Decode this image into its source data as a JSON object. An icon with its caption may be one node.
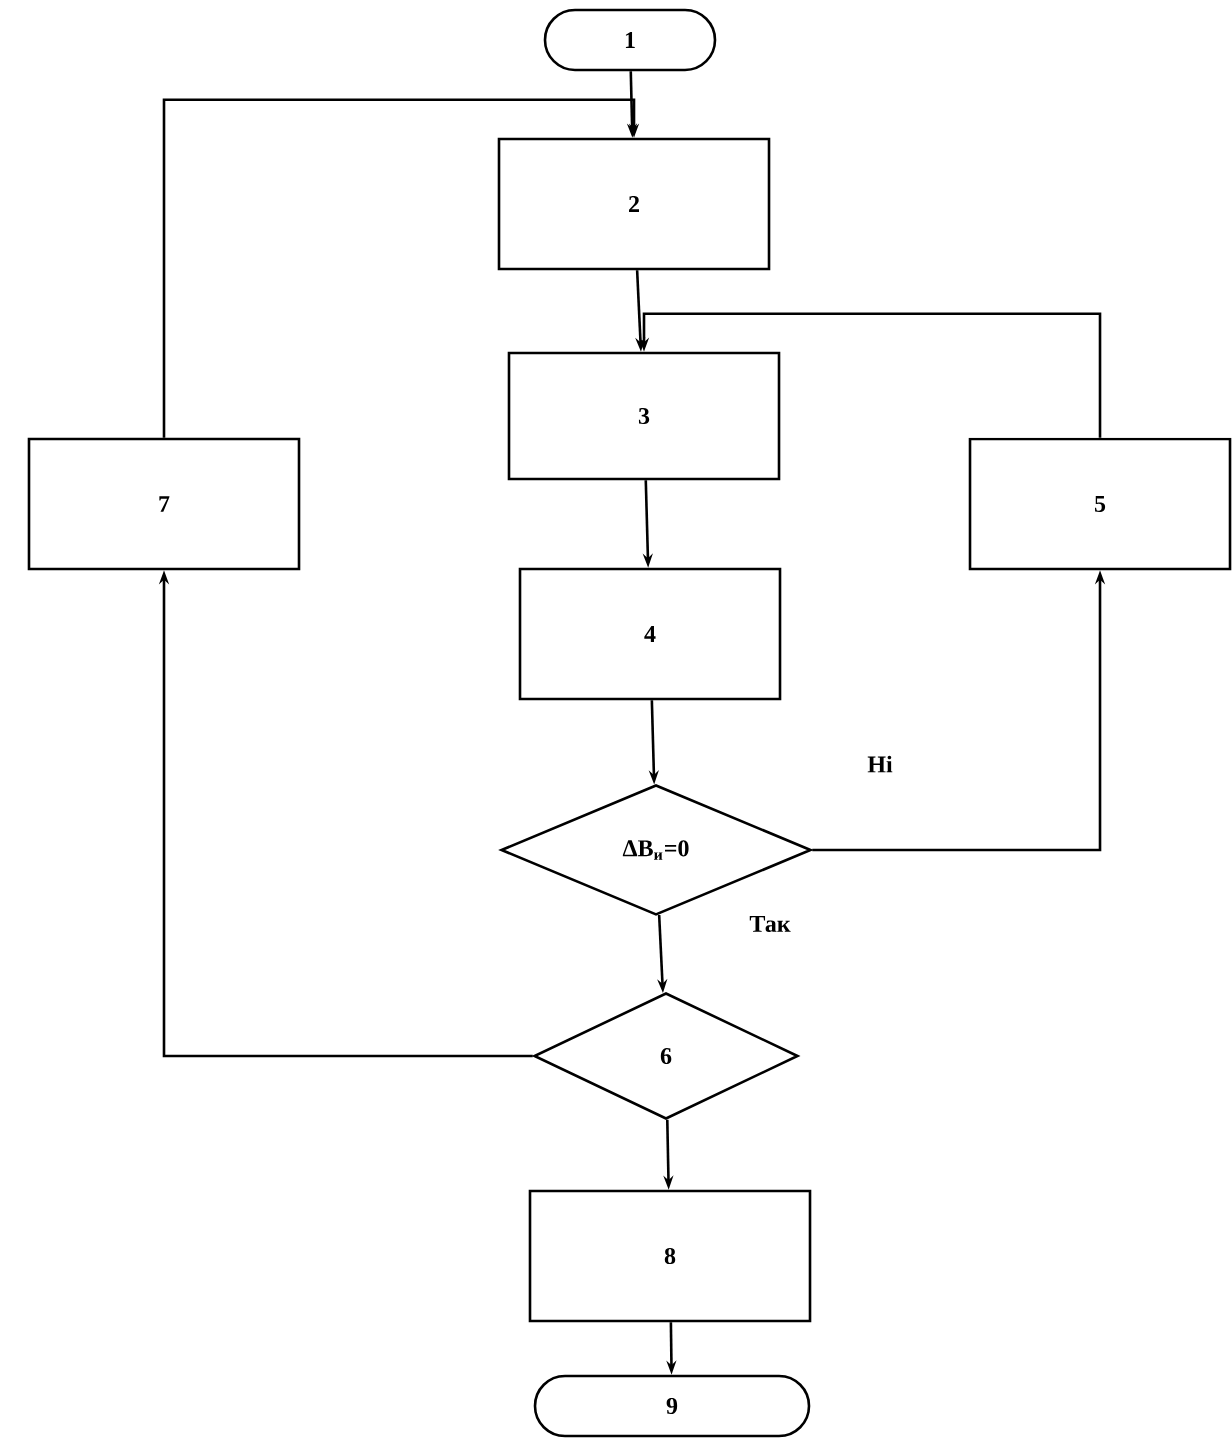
{
  "diagram": {
    "nodes": [
      {
        "text": [
          "1"
        ]
      },
      {
        "text": [
          "2"
        ]
      },
      {
        "text": [
          "3"
        ]
      },
      {
        "text": [
          "4"
        ]
      },
      {
        "text": [
          "ΔB$_{и}$=0"
        ]
      },
      {
        "text": [
          "5"
        ]
      },
      {
        "text": [
          "6"
        ]
      },
      {
        "text": [
          "7"
        ]
      },
      {
        "text": [
          "8"
        ]
      },
      {
        "text": [
          "9"
        ]
      }
    ],
    "edges": [
      {
        "from": 0,
        "to": 1,
        "arrow": "to"
      },
      {
        "from": 1,
        "to": 2,
        "arrow": "to"
      },
      {
        "from": 2,
        "to": 3,
        "arrow": "to"
      },
      {
        "from": 3,
        "to": 4,
        "arrow": "to"
      },
      {
        "from": 4,
        "to": 5,
        "arrow": "to",
        "label": "Ні"
      },
      {
        "from": 5,
        "to": 2,
        "arrow": "to"
      },
      {
        "from": 4,
        "to": 6,
        "arrow": "to",
        "label": "Так"
      },
      {
        "from": 6,
        "to": 7,
        "arrow": "to"
      },
      {
        "from": 7,
        "to": 1,
        "arrow": "to"
      },
      {
        "from": 6,
        "to": 8,
        "arrow": "to"
      },
      {
        "from": 8,
        "to": 9,
        "arrow": "to"
      }
    ]
  }
}
